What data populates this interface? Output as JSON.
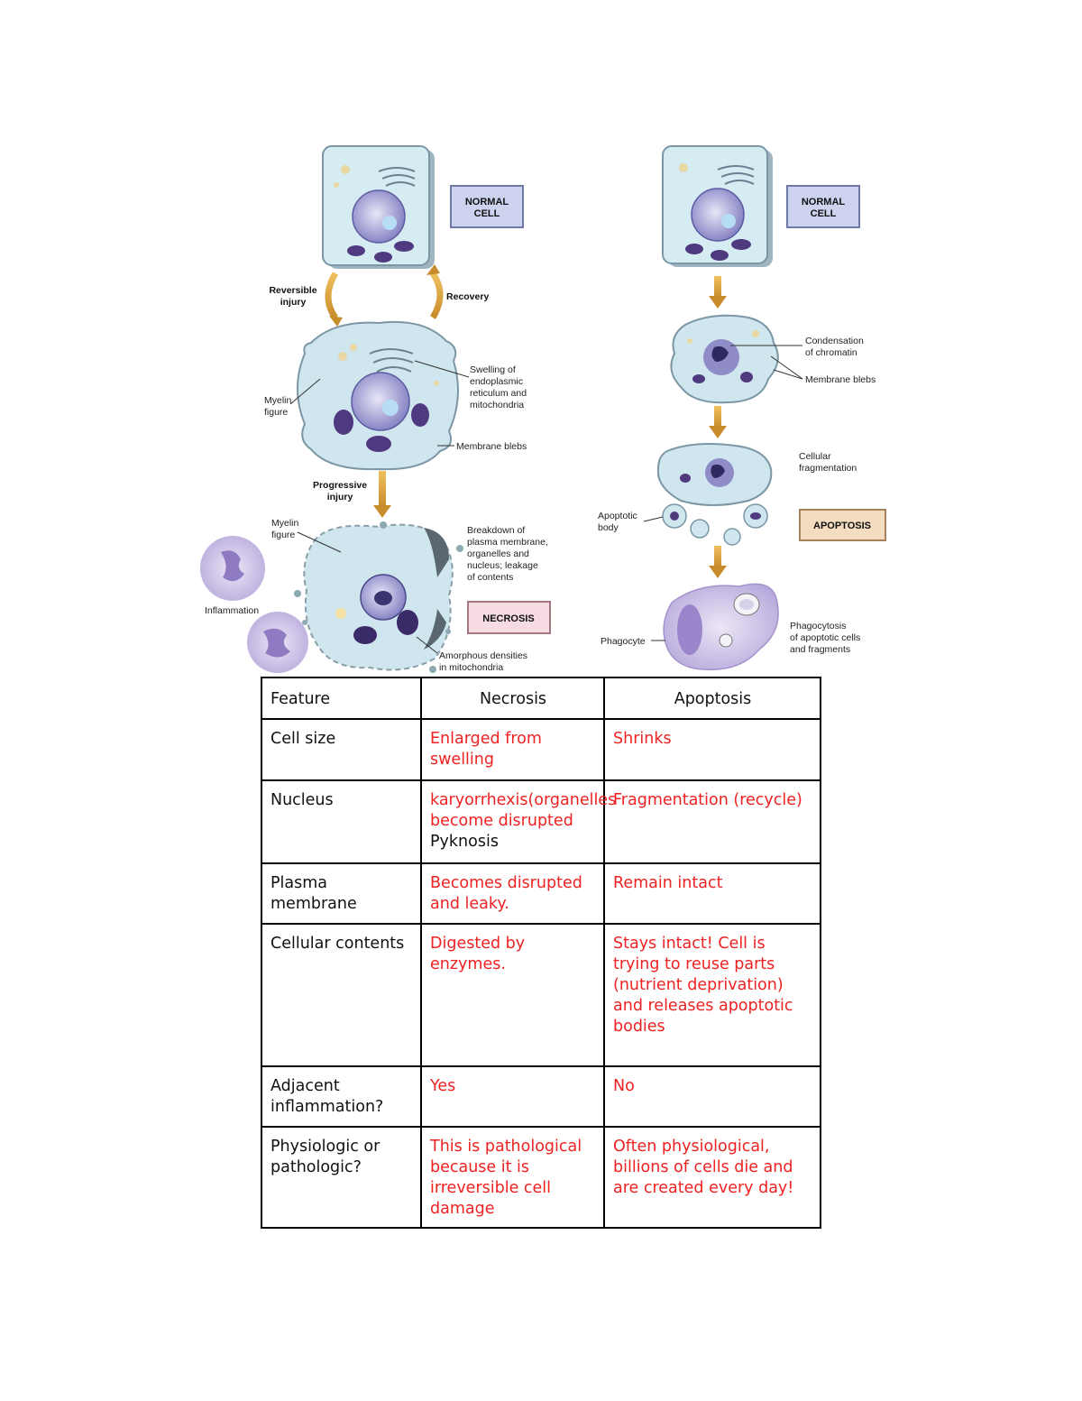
{
  "figure": {
    "necrosis_path": {
      "normal_cell_label": [
        "NORMAL",
        "CELL"
      ],
      "reversible_injury": [
        "Reversible",
        "injury"
      ],
      "recovery": "Recovery",
      "swelling": [
        "Swelling of",
        "endoplasmic",
        "reticulum and",
        "mitochondria"
      ],
      "myelin_figure_1": [
        "Myelin",
        "figure"
      ],
      "membrane_blebs": "Membrane blebs",
      "progressive_injury": [
        "Progressive",
        "injury"
      ],
      "myelin_figure_2": [
        "Myelin",
        "figure"
      ],
      "breakdown": [
        "Breakdown of",
        "plasma membrane,",
        "organelles and",
        "nucleus; leakage",
        "of contents"
      ],
      "inflammation": "Inflammation",
      "necrosis_label": "NECROSIS",
      "amorphous": [
        "Amorphous densities",
        "in mitochondria"
      ]
    },
    "apoptosis_path": {
      "normal_cell_label": [
        "NORMAL",
        "CELL"
      ],
      "condensation": [
        "Condensation",
        "of chromatin"
      ],
      "membrane_blebs": "Membrane blebs",
      "fragmentation": [
        "Cellular",
        "fragmentation"
      ],
      "apoptotic_body": [
        "Apoptotic",
        "body"
      ],
      "apoptosis_label": "APOPTOSIS",
      "phagocyte": "Phagocyte",
      "phagocytosis": [
        "Phagocytosis",
        "of apoptotic cells",
        "and fragments"
      ]
    }
  },
  "table": {
    "headers": [
      "Feature",
      "Necrosis",
      "Apoptosis"
    ],
    "rows": [
      {
        "feature": "Cell size",
        "necrosis": "Enlarged from swelling",
        "apoptosis": "Shrinks"
      },
      {
        "feature": "Nucleus",
        "necrosis": "karyorrhexis(organelles become disrupted",
        "necrosis_extra": " Pyknosis",
        "apoptosis": "Fragmentation (recycle)"
      },
      {
        "feature": "Plasma membrane",
        "necrosis": "Becomes disrupted and leaky.",
        "apoptosis": "Remain intact"
      },
      {
        "feature": "Cellular contents",
        "necrosis": "Digested by enzymes.",
        "apoptosis": "Stays intact! Cell is trying to reuse parts (nutrient deprivation) and releases apoptotic bodies"
      },
      {
        "feature": "Adjacent inflammation?",
        "necrosis": "Yes",
        "apoptosis": "No"
      },
      {
        "feature": "Physiologic or pathologic?",
        "necrosis": "This is pathological because it is irreversible cell damage",
        "apoptosis": "Often physiological, billions of cells die and are created every day!"
      }
    ]
  },
  "colors": {
    "answer_text": "#ee2222",
    "label_box_blue": "#cdd3ee",
    "label_box_pink": "#f6dbe2",
    "label_box_tan": "#f4dcc0",
    "cell_fill": "#cfe6ee",
    "arrow": "#d9a33a"
  }
}
